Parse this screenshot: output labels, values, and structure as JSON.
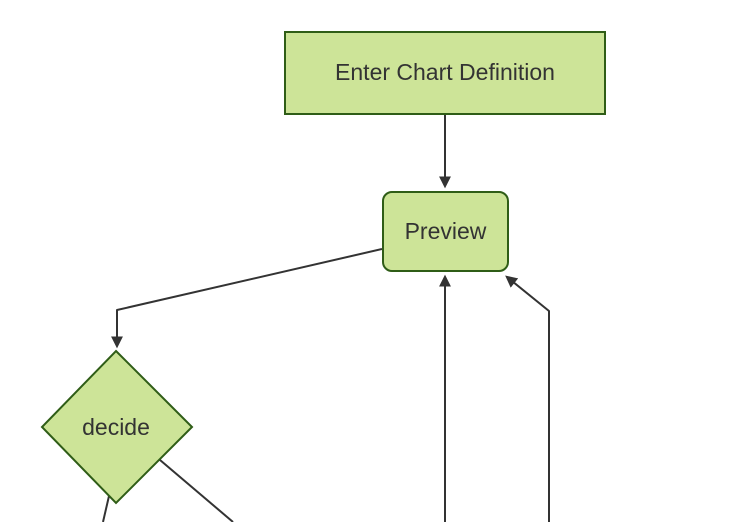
{
  "diagram": {
    "type": "flowchart",
    "orientation": "top-down",
    "colors": {
      "node_fill": "#cde498",
      "node_border": "#2f5d17",
      "edge_stroke": "#333333",
      "arrowhead_fill": "#333333",
      "label_text": "#333333",
      "background": "#ffffff"
    },
    "nodes": [
      {
        "id": "enter-chart-definition",
        "label": "Enter Chart Definition",
        "shape": "rectangle"
      },
      {
        "id": "preview",
        "label": "Preview",
        "shape": "rounded-rectangle"
      },
      {
        "id": "decide",
        "label": "decide",
        "shape": "diamond"
      }
    ],
    "edges": [
      {
        "from": "enter-chart-definition",
        "to": "preview",
        "arrowhead": true
      },
      {
        "from": "preview",
        "to": "decide",
        "arrowhead": true
      },
      {
        "from": "below-viewport-center",
        "to": "preview",
        "arrowhead": true
      },
      {
        "from": "below-viewport-right",
        "to": "preview",
        "arrowhead": true
      },
      {
        "from": "decide",
        "to": "below-viewport-left",
        "arrowhead": false
      },
      {
        "from": "decide",
        "to": "below-viewport-right",
        "arrowhead": false
      }
    ]
  }
}
